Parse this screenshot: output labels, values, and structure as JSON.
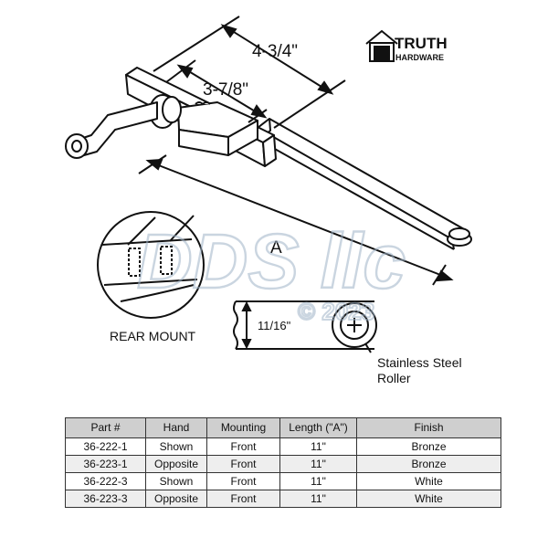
{
  "brand": {
    "name": "TRUTH",
    "sub": "HARDWARE"
  },
  "watermark": {
    "main": "DDS llc",
    "sub": "© 2023"
  },
  "dimensions": {
    "overall": "4-3/4\"",
    "inner": "3-7/8\"",
    "length_marker": "A",
    "roller_height": "11/16\""
  },
  "labels": {
    "rear_mount": "REAR MOUNT",
    "roller_line1": "Stainless Steel",
    "roller_line2": "Roller"
  },
  "table": {
    "headers": [
      "Part #",
      "Hand",
      "Mounting",
      "Length (\"A\")",
      "Finish"
    ],
    "rows": [
      [
        "36-222-1",
        "Shown",
        "Front",
        "11\"",
        "Bronze"
      ],
      [
        "36-223-1",
        "Opposite",
        "Front",
        "11\"",
        "Bronze"
      ],
      [
        "36-222-3",
        "Shown",
        "Front",
        "11\"",
        "White"
      ],
      [
        "36-223-3",
        "Opposite",
        "Front",
        "11\"",
        "White"
      ]
    ]
  }
}
